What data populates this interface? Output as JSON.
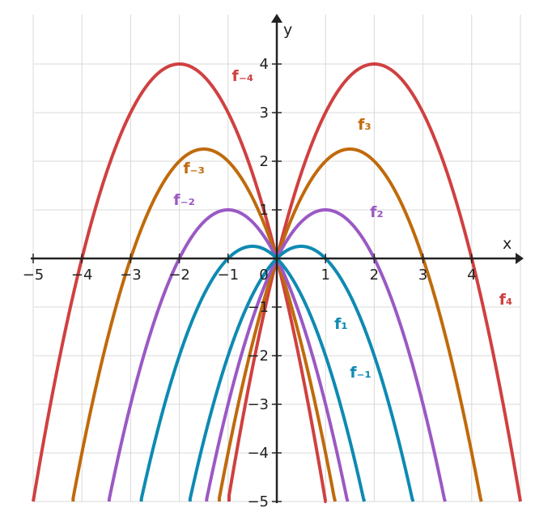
{
  "chart_data": {
    "type": "line",
    "title": "",
    "xlabel": "x",
    "ylabel": "y",
    "xlim": [
      -5,
      5
    ],
    "ylim": [
      -5,
      4.5
    ],
    "grid": true,
    "x_ticks": [
      -5,
      -4,
      -3,
      -2,
      -1,
      0,
      1,
      2,
      3,
      4
    ],
    "x_tick_labels": [
      "−5",
      "−4",
      "−3",
      "−2",
      "−1",
      "0",
      "1",
      "2",
      "3",
      "4"
    ],
    "y_ticks": [
      -5,
      -4,
      -3,
      -2,
      -1,
      1,
      2,
      3,
      4
    ],
    "y_tick_labels": [
      "−5",
      "−4",
      "−3",
      "−2",
      "−1",
      "1",
      "2",
      "3",
      "4"
    ],
    "series": [
      {
        "name": "f₄",
        "a": 4,
        "color": "#d04040",
        "label_pos": [
          4.7,
          -0.95
        ]
      },
      {
        "name": "f₋₄",
        "a": -4,
        "color": "#d04040",
        "label_pos": [
          -0.7,
          3.65
        ]
      },
      {
        "name": "f₃",
        "a": 3,
        "color": "#c06a0c",
        "label_pos": [
          1.8,
          2.65
        ]
      },
      {
        "name": "f₋₃",
        "a": -3,
        "color": "#c06a0c",
        "label_pos": [
          -1.7,
          1.75
        ]
      },
      {
        "name": "f₂",
        "a": 2,
        "color": "#9b59c4",
        "label_pos": [
          2.05,
          0.85
        ]
      },
      {
        "name": "f₋₂",
        "a": -2,
        "color": "#9b59c4",
        "label_pos": [
          -1.9,
          1.1
        ]
      },
      {
        "name": "f₁",
        "a": 1,
        "color": "#0e8ab2",
        "label_pos": [
          1.32,
          -1.45
        ]
      },
      {
        "name": "f₋₁",
        "a": -1,
        "color": "#0e8ab2",
        "label_pos": [
          1.72,
          -2.45
        ]
      }
    ]
  }
}
